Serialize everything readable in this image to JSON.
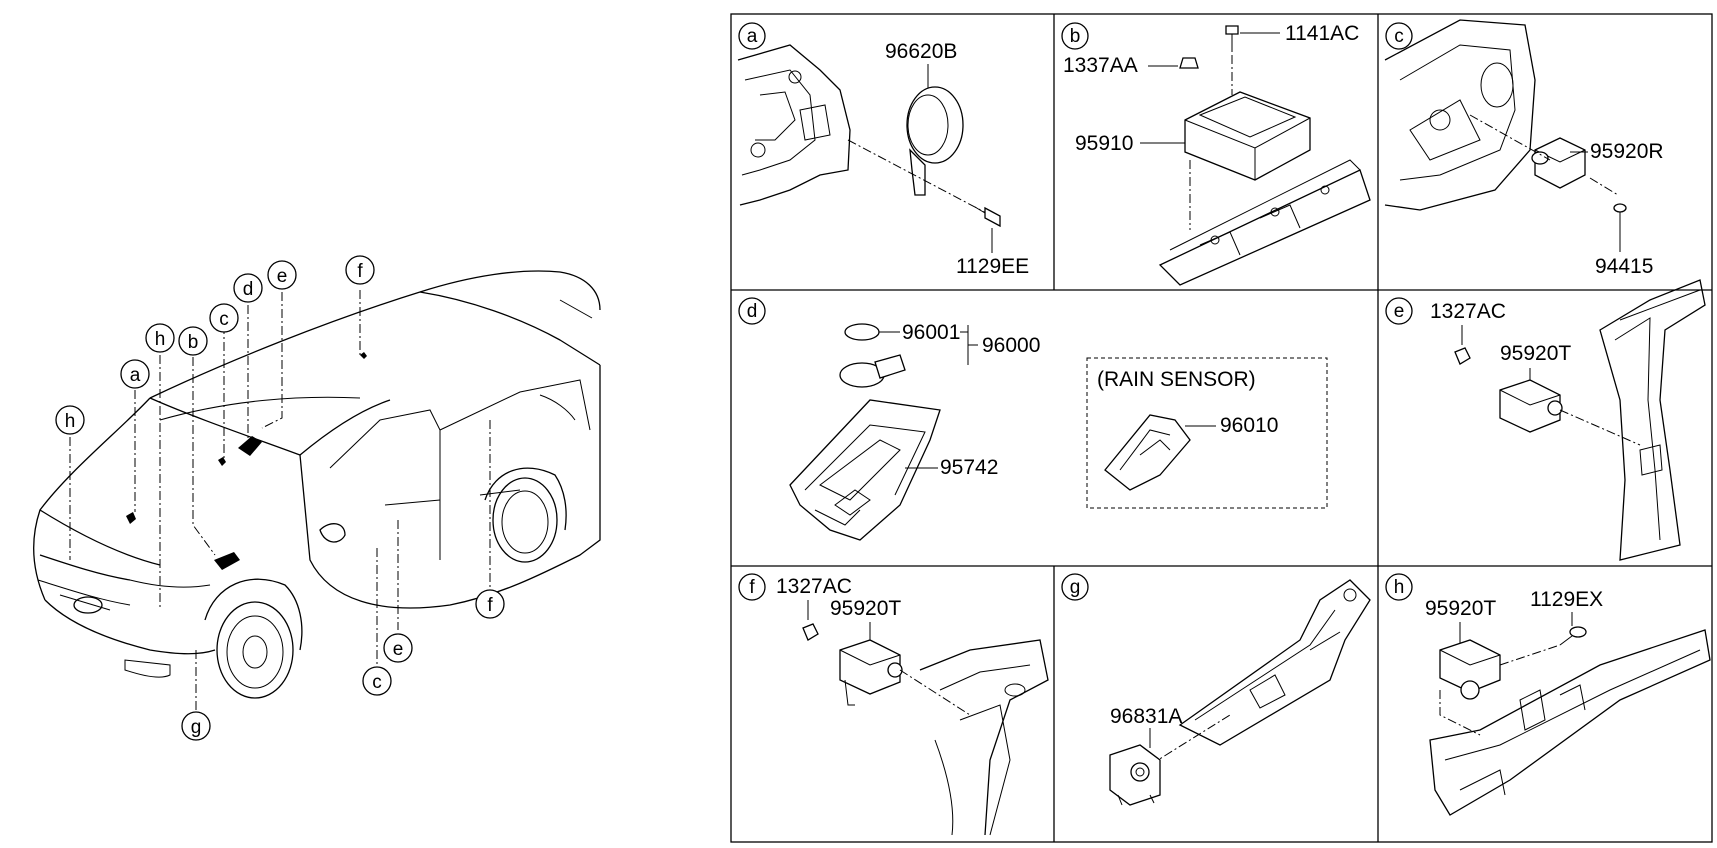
{
  "car_callouts": [
    "a",
    "b",
    "c",
    "d",
    "e",
    "f",
    "g",
    "h"
  ],
  "panels": {
    "a": {
      "letter": "a",
      "parts": [
        "96620B",
        "1129EE"
      ]
    },
    "b": {
      "letter": "b",
      "parts": [
        "1141AC",
        "1337AA",
        "95910"
      ]
    },
    "c": {
      "letter": "c",
      "parts": [
        "95920R",
        "94415"
      ]
    },
    "d": {
      "letter": "d",
      "parts": [
        "96001",
        "96000",
        "95742",
        "96010"
      ],
      "inset_title": "(RAIN SENSOR)"
    },
    "e": {
      "letter": "e",
      "parts": [
        "1327AC",
        "95920T"
      ]
    },
    "f": {
      "letter": "f",
      "parts": [
        "1327AC",
        "95920T"
      ]
    },
    "g": {
      "letter": "g",
      "parts": [
        "96831A"
      ]
    },
    "h": {
      "letter": "h",
      "parts": [
        "95920T",
        "1129EX"
      ]
    }
  }
}
